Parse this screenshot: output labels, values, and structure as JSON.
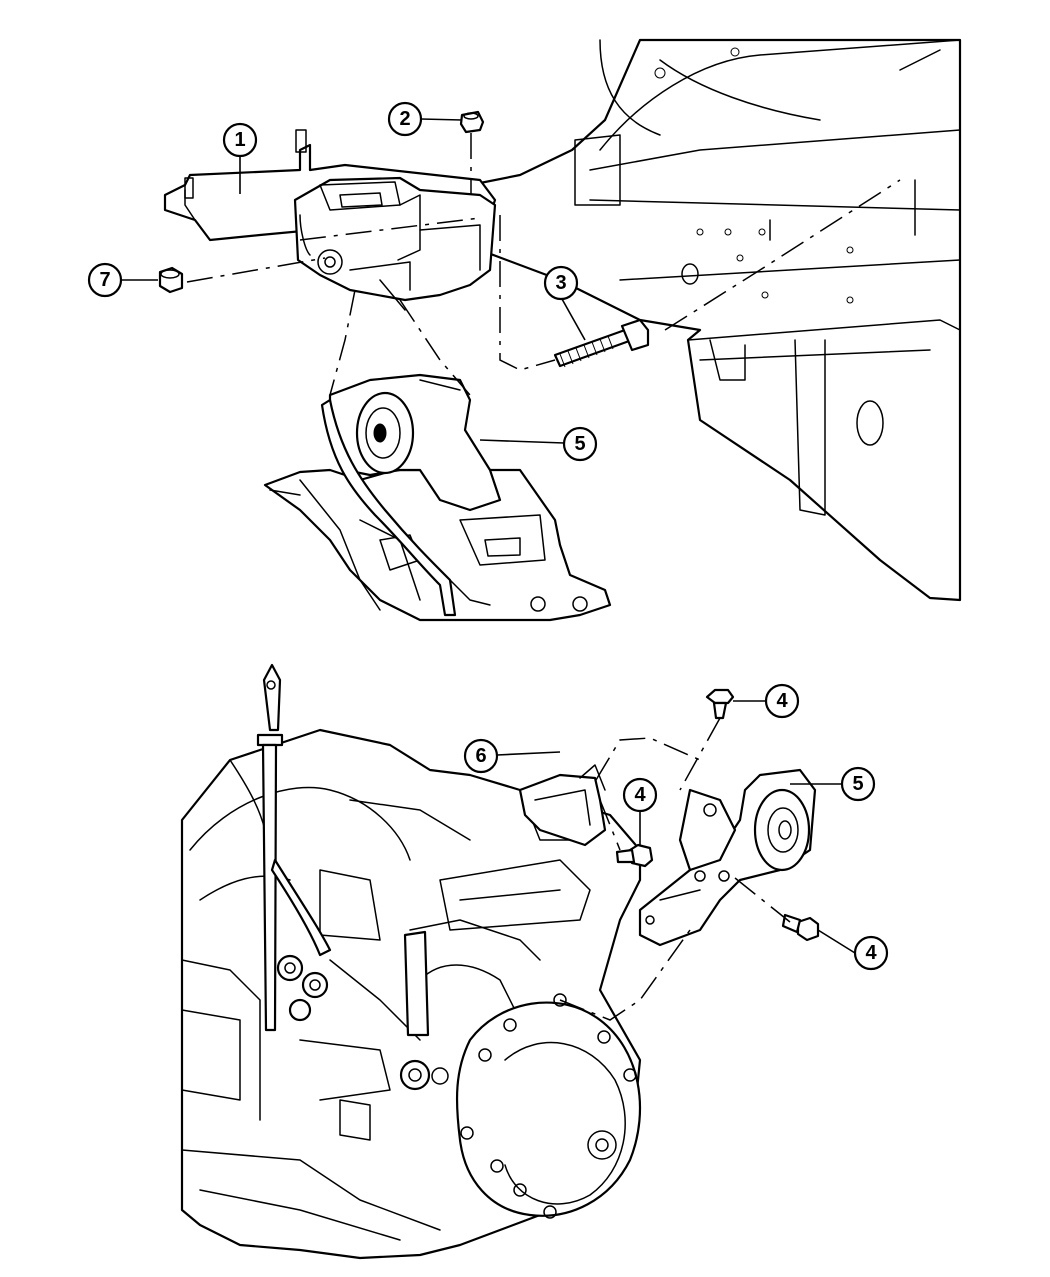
{
  "callouts": [
    {
      "id": "1",
      "label": "1"
    },
    {
      "id": "2",
      "label": "2"
    },
    {
      "id": "3",
      "label": "3"
    },
    {
      "id": "4a",
      "label": "4"
    },
    {
      "id": "4b",
      "label": "4"
    },
    {
      "id": "4c",
      "label": "4"
    },
    {
      "id": "5a",
      "label": "5"
    },
    {
      "id": "5b",
      "label": "5"
    },
    {
      "id": "6",
      "label": "6"
    },
    {
      "id": "7",
      "label": "7"
    }
  ]
}
